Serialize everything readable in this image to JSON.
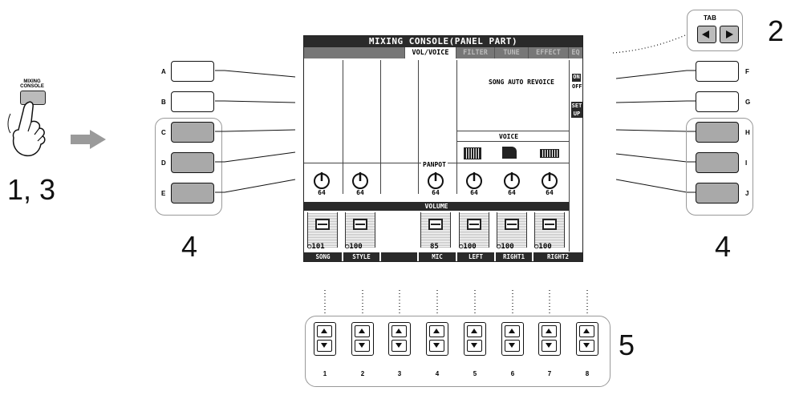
{
  "console_button": {
    "label_line1": "MIXING",
    "label_line2": "CONSOLE"
  },
  "steps": {
    "step_13": "1, 3",
    "step_2": "2",
    "step_4_left": "4",
    "step_4_right": "4",
    "step_5": "5"
  },
  "tab_buttons": {
    "label": "TAB"
  },
  "left_buttons": [
    "A",
    "B",
    "C",
    "D",
    "E"
  ],
  "right_buttons": [
    "F",
    "G",
    "H",
    "I",
    "J"
  ],
  "screen": {
    "title": "MIXING CONSOLE(PANEL PART)",
    "tabs": [
      "VOL/VOICE",
      "FILTER",
      "TUNE",
      "EFFECT",
      "EQ"
    ],
    "song_auto_revoice": "SONG AUTO REVOICE",
    "on": "ON",
    "off": "OFF",
    "set": "SET",
    "up": "UP",
    "voice": "VOICE",
    "panpot": "PANPOT",
    "volume": "VOLUME",
    "pan_values": [
      "64",
      "64",
      "64",
      "64",
      "64",
      "64"
    ],
    "volume_values": [
      "101",
      "100",
      "85",
      "100",
      "100",
      "100"
    ],
    "channels": [
      "SONG",
      "STYLE",
      "MIC",
      "LEFT",
      "RIGHT1",
      "RIGHT2"
    ]
  },
  "number_buttons": [
    "1",
    "2",
    "3",
    "4",
    "5",
    "6",
    "7",
    "8"
  ]
}
